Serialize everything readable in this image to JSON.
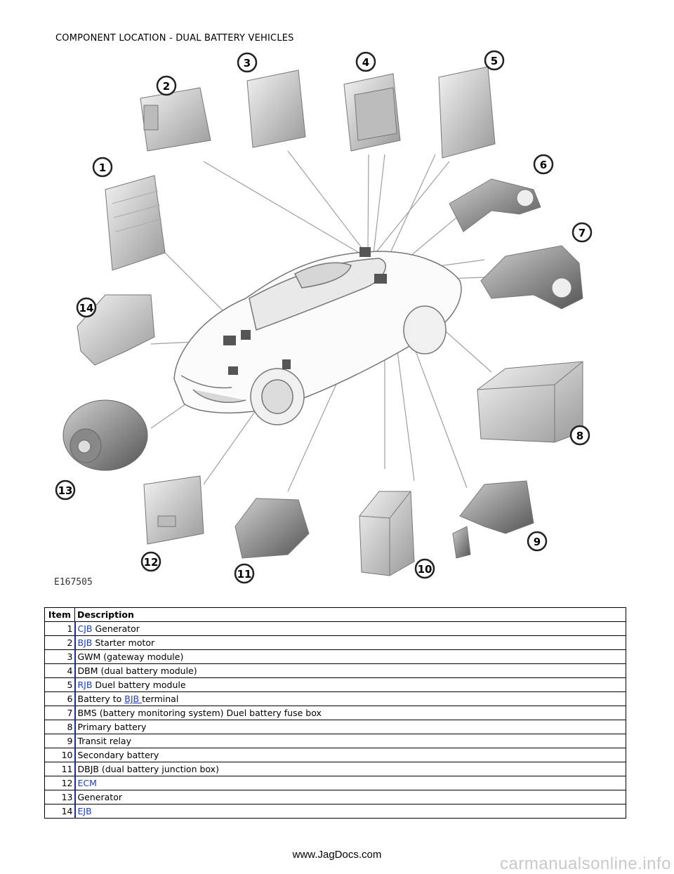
{
  "page_title": "COMPONENT LOCATION - DUAL BATTERY VEHICLES",
  "figure_id": "E167505",
  "callouts": [
    "1",
    "2",
    "3",
    "4",
    "5",
    "6",
    "7",
    "8",
    "9",
    "10",
    "11",
    "12",
    "13",
    "14"
  ],
  "table": {
    "header_item": "Item",
    "header_description": "Description",
    "rows": [
      {
        "item": "1",
        "abbr": "CJB",
        "text": " Generator"
      },
      {
        "item": "2",
        "abbr": "BJB",
        "text": " Starter motor"
      },
      {
        "item": "3",
        "text": "GWM (gateway module)"
      },
      {
        "item": "4",
        "text": "DBM (dual battery module)"
      },
      {
        "item": "5",
        "abbr": "RJB",
        "text": " Duel battery module"
      },
      {
        "item": "6",
        "prefix": "Battery to ",
        "link": "BJB ",
        "text": "terminal"
      },
      {
        "item": "7",
        "text": "BMS (battery monitoring system) Duel battery fuse box"
      },
      {
        "item": "8",
        "text": "Primary battery"
      },
      {
        "item": "9",
        "text": "Transit relay"
      },
      {
        "item": "10",
        "text": "Secondary battery"
      },
      {
        "item": "11",
        "text": "DBJB (dual battery junction box)"
      },
      {
        "item": "12",
        "abbr": "ECM",
        "text": ""
      },
      {
        "item": "13",
        "text": "Generator"
      },
      {
        "item": "14",
        "abbr": "EJB",
        "text": ""
      }
    ]
  },
  "footer_text": "www.JagDocs.com",
  "watermark_text": "carmanualsonline.info"
}
